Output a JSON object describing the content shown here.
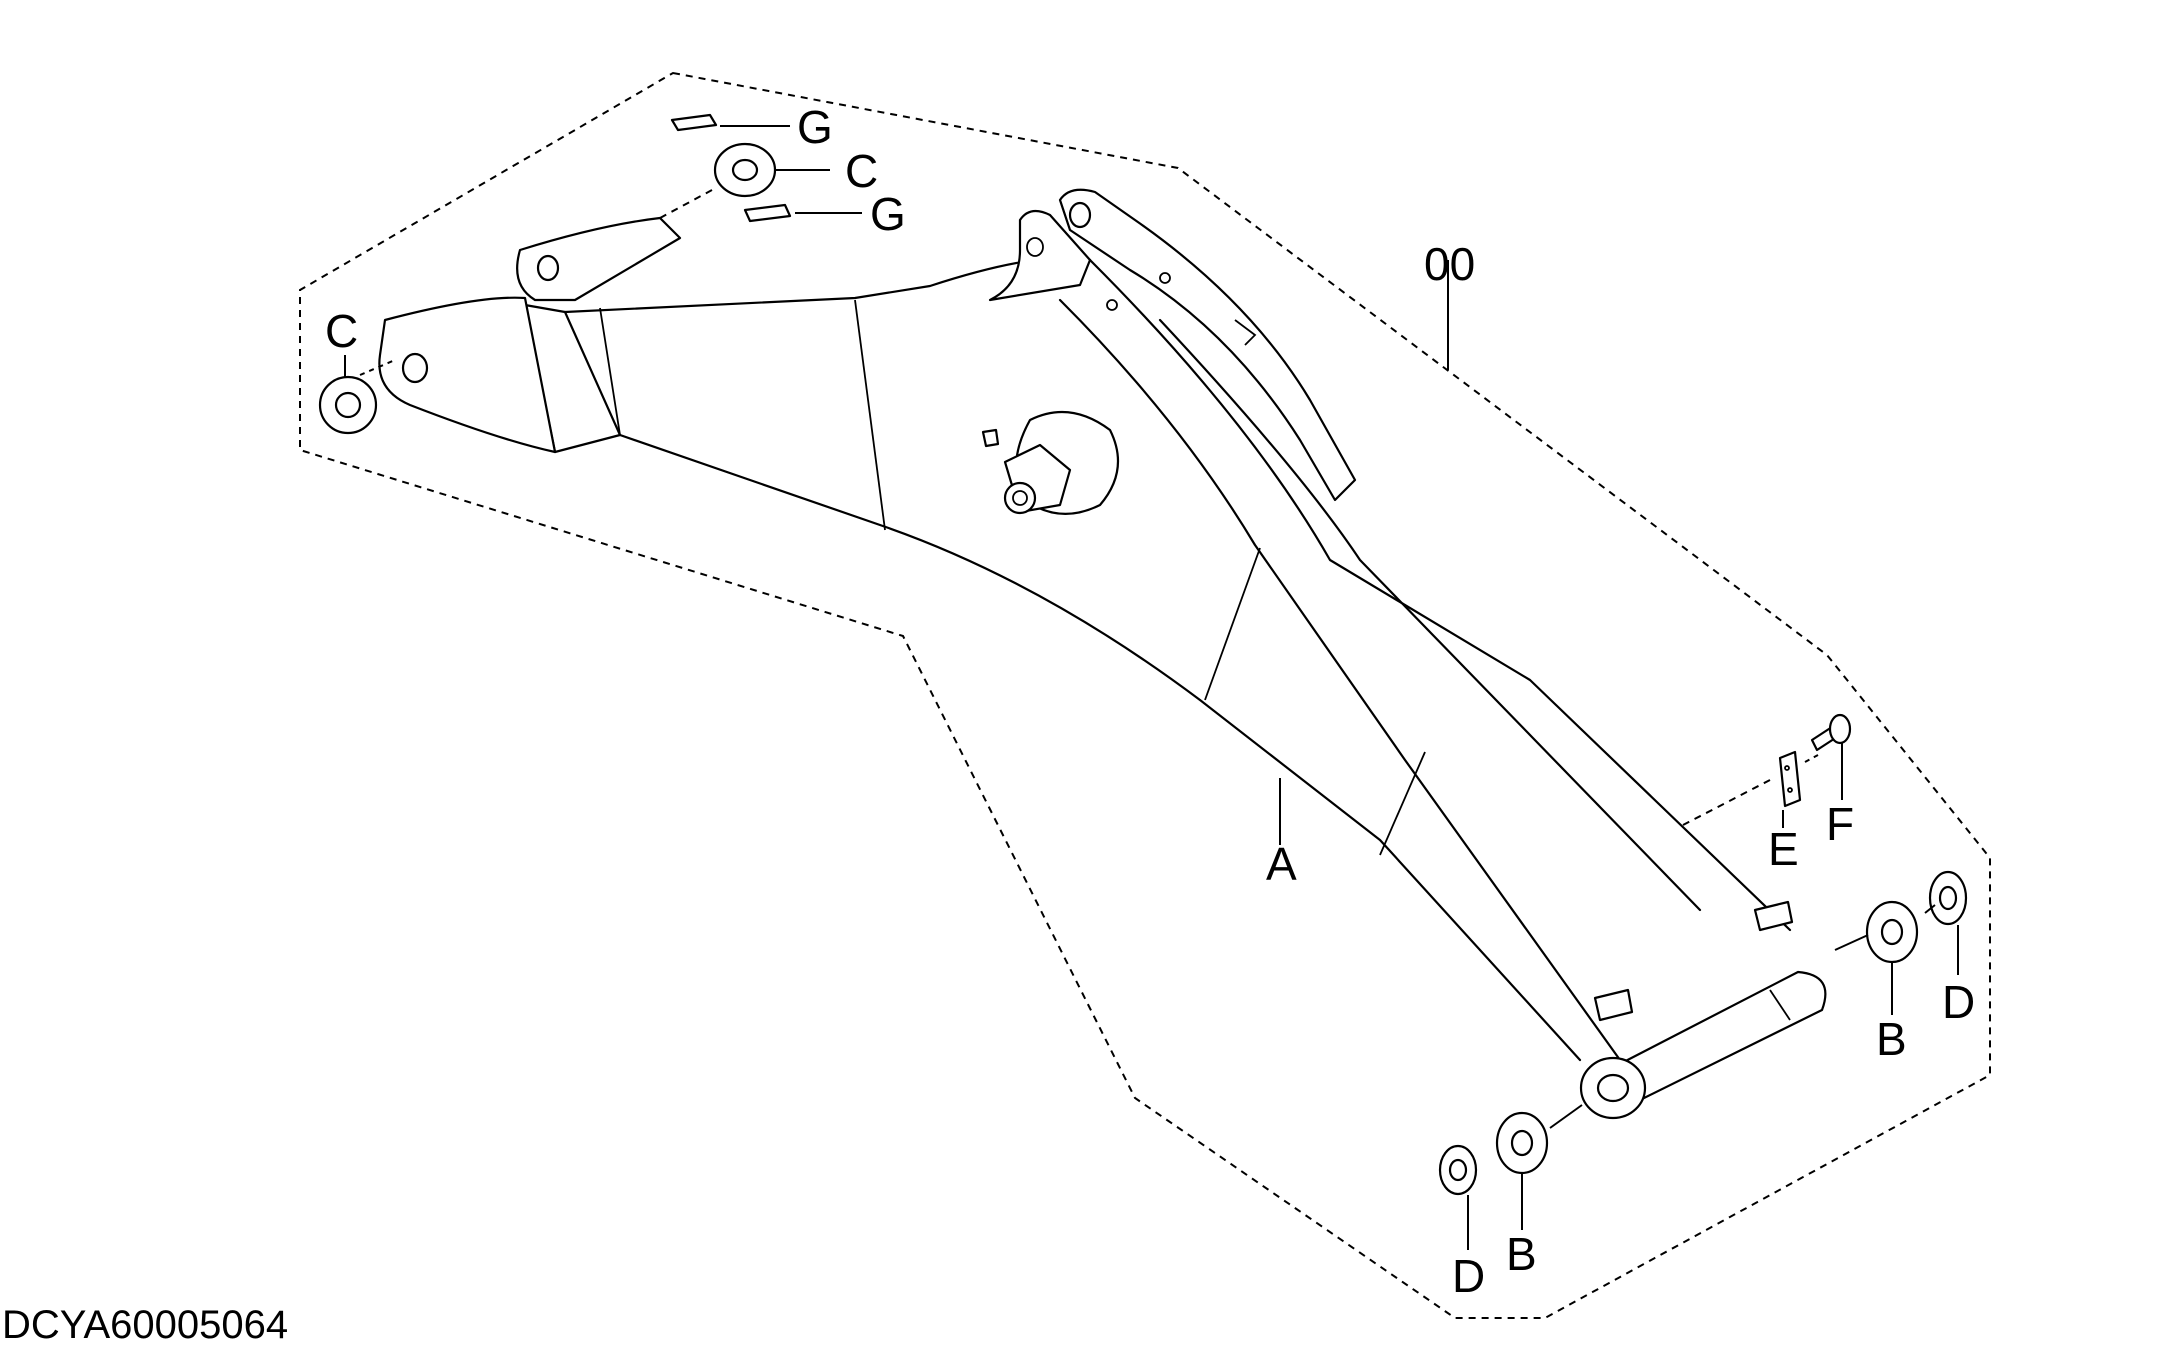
{
  "diagram": {
    "assembly_label": "00",
    "part_labels": {
      "A": "A",
      "B_right": "B",
      "B_left": "B",
      "C_top": "C",
      "C_left": "C",
      "D_right": "D",
      "D_left": "D",
      "E": "E",
      "F": "F",
      "G_top": "G",
      "G_bottom": "G"
    },
    "drawing_code": "DCYA60005064"
  }
}
